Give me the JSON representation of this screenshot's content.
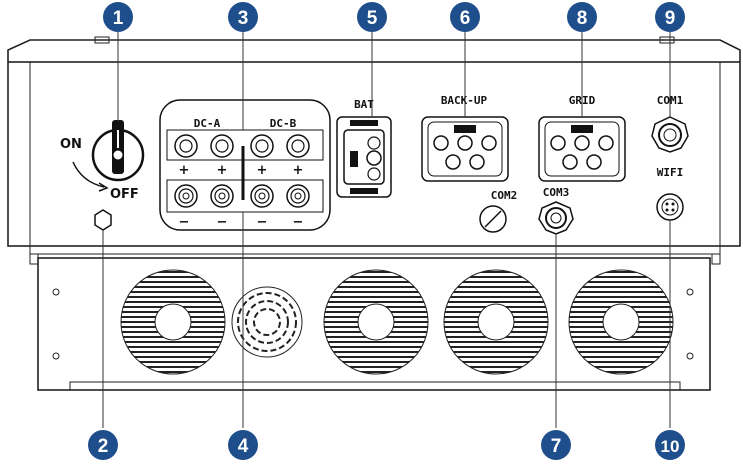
{
  "accent_color": "#1f4e8c",
  "callouts": [
    "1",
    "2",
    "3",
    "4",
    "5",
    "6",
    "7",
    "8",
    "9",
    "10"
  ],
  "labels": {
    "dc_a": "DC-A",
    "dc_b": "DC-B",
    "bat": "BAT",
    "backup": "BACK-UP",
    "grid": "GRID",
    "com1": "COM1",
    "com2": "COM2",
    "com3": "COM3",
    "wifi": "WIFI",
    "on": "ON",
    "off": "OFF",
    "plus": "+",
    "minus": "−"
  }
}
